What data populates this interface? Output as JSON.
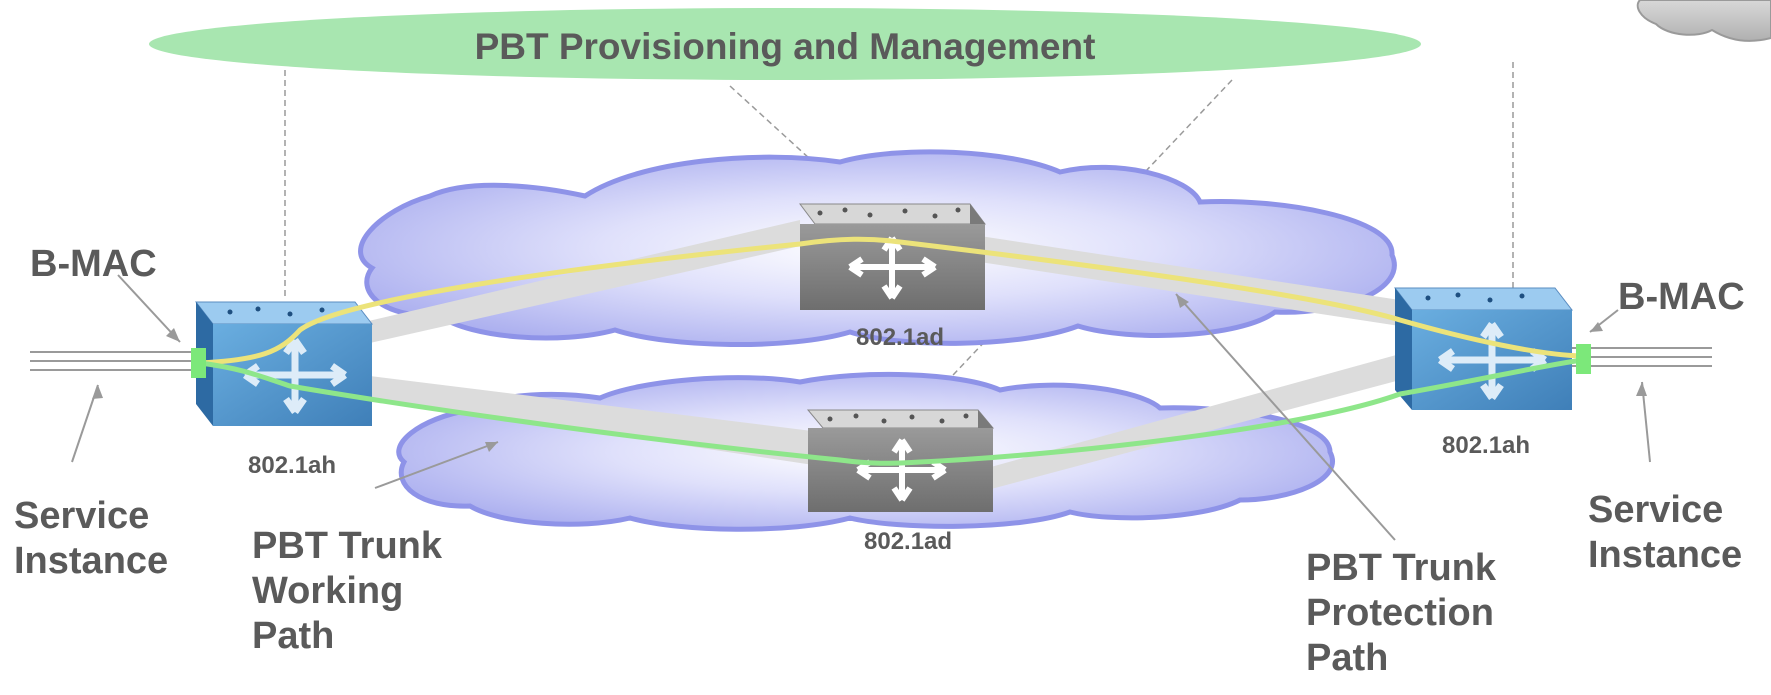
{
  "management_title": "PBT Provisioning and Management",
  "devices": {
    "left_switch": "802.1ah",
    "right_switch": "802.1ah",
    "top_core": "802.1ad",
    "bottom_core": "802.1ad"
  },
  "labels": {
    "bmac_left": "B-MAC",
    "bmac_right": "B-MAC",
    "service_left": [
      "Service",
      "Instance"
    ],
    "service_right": [
      "Service",
      "Instance"
    ],
    "working_path": [
      "PBT Trunk",
      "Working",
      "Path"
    ],
    "protection_path": [
      "PBT Trunk",
      "Protection",
      "Path"
    ]
  },
  "colors": {
    "management_ellipse": "#a8e6b0",
    "cloud": "#b4b8f0",
    "working_path": "#8ee68a",
    "protection_path": "#ece37a",
    "trunk_band": "#dedede",
    "edge_switch": "#4f8ec4",
    "core_switch": "#8a8a8a",
    "text": "#5a5a5a"
  }
}
